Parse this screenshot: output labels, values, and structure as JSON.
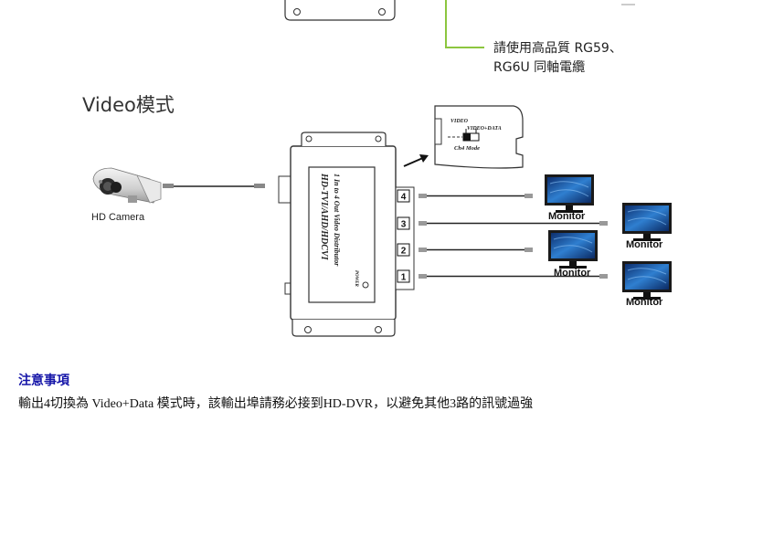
{
  "cable_note": {
    "line1": "請使用高品質 RG59、",
    "line2": "RG6U 同軸電纜"
  },
  "mode_title": "Video模式",
  "camera": {
    "label": "HD Camera",
    "icon": "camera-icon"
  },
  "device": {
    "model": "HD-TVI/AHD/HDCVI",
    "subtitle": "1 In to 4 Out Video Distributor",
    "power_label": "POWER",
    "ports": [
      "4",
      "3",
      "2",
      "1"
    ]
  },
  "switch_inset": {
    "label_video": "VIDEO",
    "label_video_data": "VIDEO+DATA",
    "label_mode": "Ch4  Mode"
  },
  "monitors": [
    {
      "label": "Monitor",
      "icon": "monitor-icon"
    },
    {
      "label": "Monitor",
      "icon": "monitor-icon"
    },
    {
      "label": "Monitor",
      "icon": "monitor-icon"
    },
    {
      "label": "Monitor",
      "icon": "monitor-icon"
    }
  ],
  "notes": {
    "title": "注意事項",
    "body": "輸出4切換為 Video+Data 模式時，該輸出埠請務必接到HD-DVR，以避免其他3路的訊號過強"
  },
  "colors": {
    "callout_line": "#8cc63f",
    "notes_title": "#1515a8",
    "screen_blue": "#1f5fb0"
  }
}
